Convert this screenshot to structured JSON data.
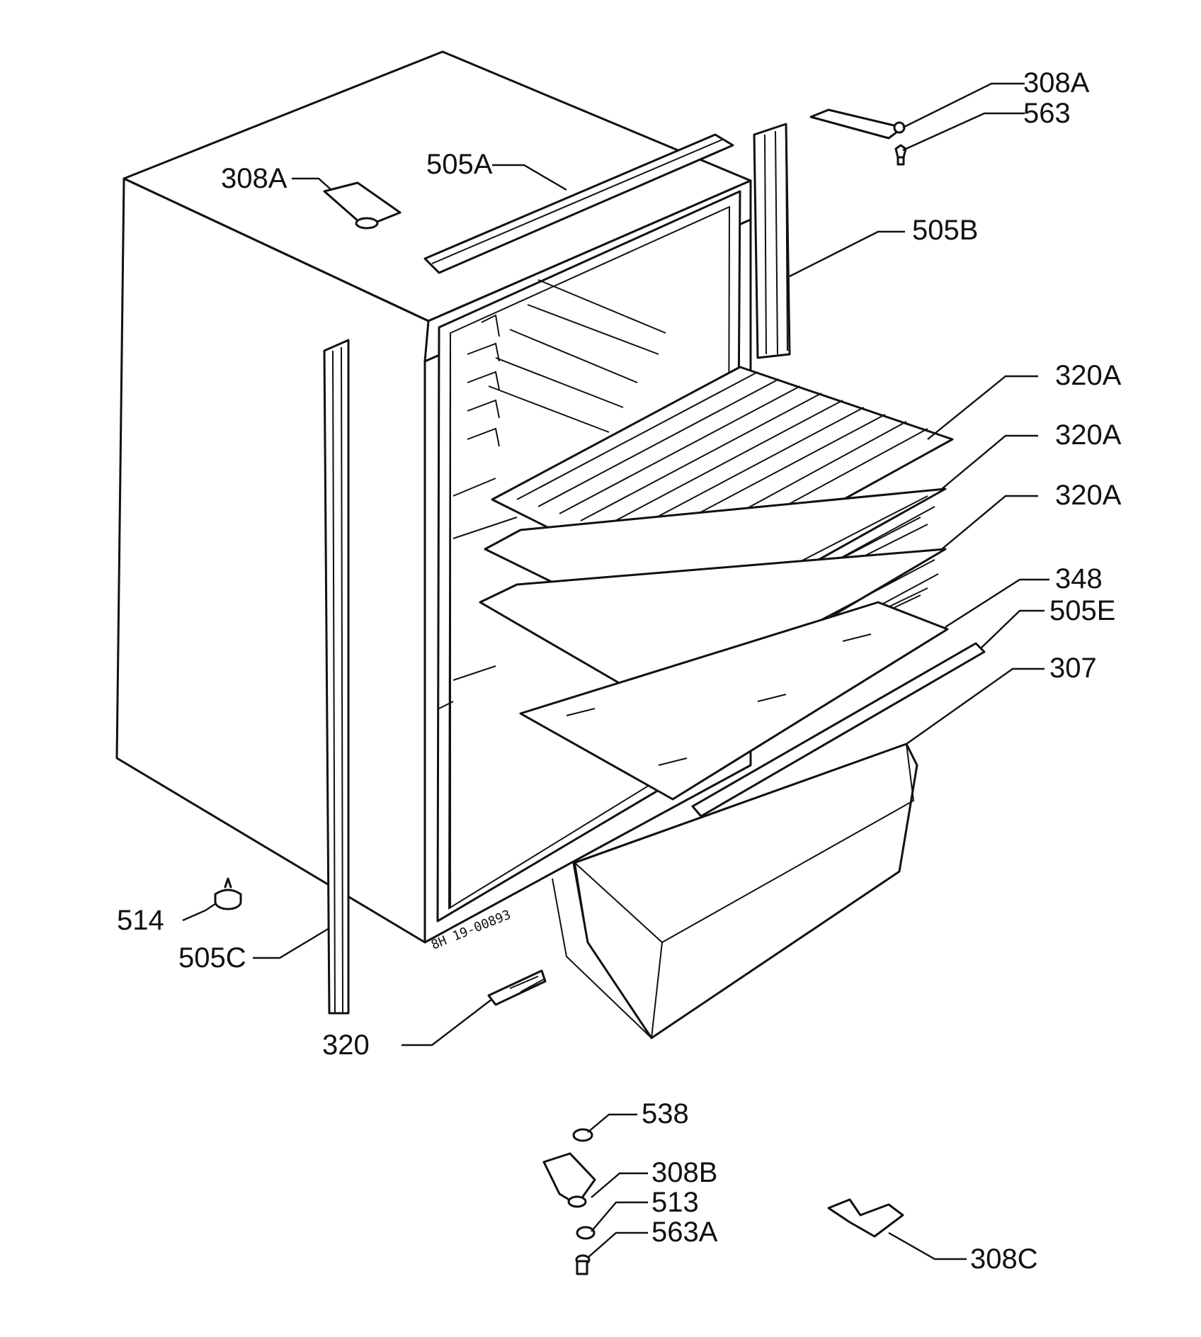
{
  "drawing_code": "8H 19-00893",
  "labels": [
    {
      "id": "308A-top-right",
      "text": "308A"
    },
    {
      "id": "563",
      "text": "563"
    },
    {
      "id": "308A-top-left",
      "text": "308A"
    },
    {
      "id": "505A",
      "text": "505A"
    },
    {
      "id": "505B",
      "text": "505B"
    },
    {
      "id": "320A-1",
      "text": "320A"
    },
    {
      "id": "320A-2",
      "text": "320A"
    },
    {
      "id": "320A-3",
      "text": "320A"
    },
    {
      "id": "348",
      "text": "348"
    },
    {
      "id": "505E",
      "text": "505E"
    },
    {
      "id": "307",
      "text": "307"
    },
    {
      "id": "514",
      "text": "514"
    },
    {
      "id": "505C",
      "text": "505C"
    },
    {
      "id": "320",
      "text": "320"
    },
    {
      "id": "538",
      "text": "538"
    },
    {
      "id": "308B",
      "text": "308B"
    },
    {
      "id": "513",
      "text": "513"
    },
    {
      "id": "563A",
      "text": "563A"
    },
    {
      "id": "308C",
      "text": "308C"
    }
  ]
}
